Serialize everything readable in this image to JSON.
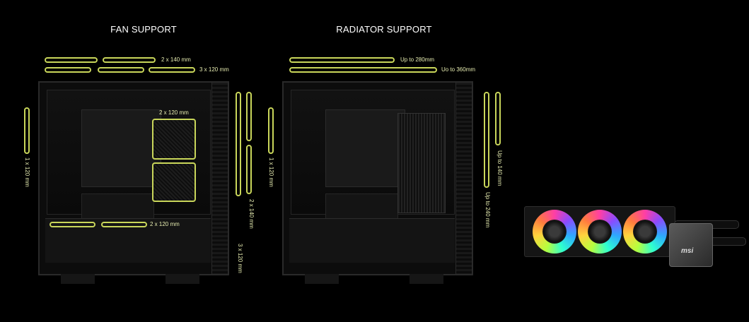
{
  "fan_support": {
    "title": "FAN SUPPORT",
    "top_labels": [
      "2 x 140 mm",
      "3 x 120 mm"
    ],
    "front_label": "1 x 120 mm",
    "interior_label": "2 x 120 mm",
    "bottom_label": "2 x 120 mm",
    "side_labels": [
      "2 x 140 mm",
      "3 x 120 mm"
    ]
  },
  "radiator_support": {
    "title": "RADIATOR SUPPORT",
    "top_labels": [
      "Up to 280mm",
      "Uo to 360mm"
    ],
    "front_label": "1 x 120 mm",
    "side_labels": [
      "Up to 140 mm",
      "Up to 240 mm"
    ]
  },
  "cooler": {
    "logo_text": "msi"
  },
  "colors": {
    "accent": "#c9d65a",
    "background": "#000000"
  }
}
